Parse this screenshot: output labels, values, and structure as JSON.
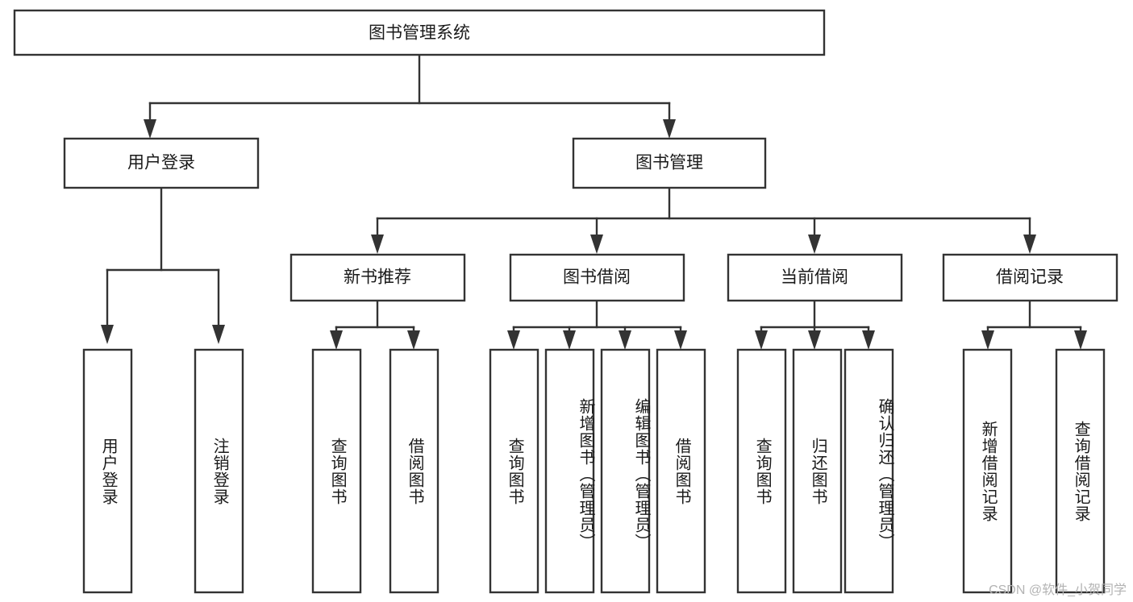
{
  "diagram": {
    "type": "hierarchy-tree",
    "title": "图书管理系统",
    "watermark": "CSDN @软件_小贺同学",
    "levels": {
      "root": {
        "label": "图书管理系统"
      },
      "level2": [
        {
          "id": "user-login",
          "label": "用户登录"
        },
        {
          "id": "book-manage",
          "label": "图书管理"
        }
      ],
      "level3": [
        {
          "id": "new-book-rec",
          "label": "新书推荐"
        },
        {
          "id": "book-borrow",
          "label": "图书借阅"
        },
        {
          "id": "current-borrow",
          "label": "当前借阅"
        },
        {
          "id": "borrow-record",
          "label": "借阅记录"
        }
      ],
      "leaves": [
        {
          "id": "leaf-user-login",
          "label": "用户登录",
          "parent": "user-login"
        },
        {
          "id": "leaf-logout",
          "label": "注销登录",
          "parent": "user-login"
        },
        {
          "id": "leaf-query-book-1",
          "label": "查询图书",
          "parent": "new-book-rec"
        },
        {
          "id": "leaf-borrow-book-1",
          "label": "借阅图书",
          "parent": "new-book-rec"
        },
        {
          "id": "leaf-query-book-2",
          "label": "查询图书",
          "parent": "book-borrow"
        },
        {
          "id": "leaf-add-book",
          "label": "新增图书（管理员）",
          "parent": "book-borrow"
        },
        {
          "id": "leaf-edit-book",
          "label": "编辑图书（管理员）",
          "parent": "book-borrow"
        },
        {
          "id": "leaf-borrow-book-2",
          "label": "借阅图书",
          "parent": "book-borrow"
        },
        {
          "id": "leaf-query-book-3",
          "label": "查询图书",
          "parent": "current-borrow"
        },
        {
          "id": "leaf-return-book",
          "label": "归还图书",
          "parent": "current-borrow"
        },
        {
          "id": "leaf-confirm-return",
          "label": "确认归还（管理员）",
          "parent": "current-borrow"
        },
        {
          "id": "leaf-add-record",
          "label": "新增借阅记录",
          "parent": "borrow-record"
        },
        {
          "id": "leaf-query-record",
          "label": "查询借阅记录",
          "parent": "borrow-record"
        }
      ]
    },
    "colors": {
      "stroke": "#333333",
      "fill": "#ffffff",
      "text": "#1a1a1a",
      "watermark": "#b3b3b3"
    }
  }
}
